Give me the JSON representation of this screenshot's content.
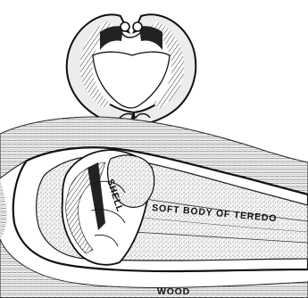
{
  "figure": {
    "labels": {
      "shell": "SHELL",
      "soft_body": "SOFT BODY OF TEREDO",
      "wood": "WOOD"
    },
    "colors": {
      "ink": "#111111",
      "paper": "#ffffff",
      "wood_grain": "#3a3a3a",
      "shell_fill": "#e8e8e8"
    }
  }
}
